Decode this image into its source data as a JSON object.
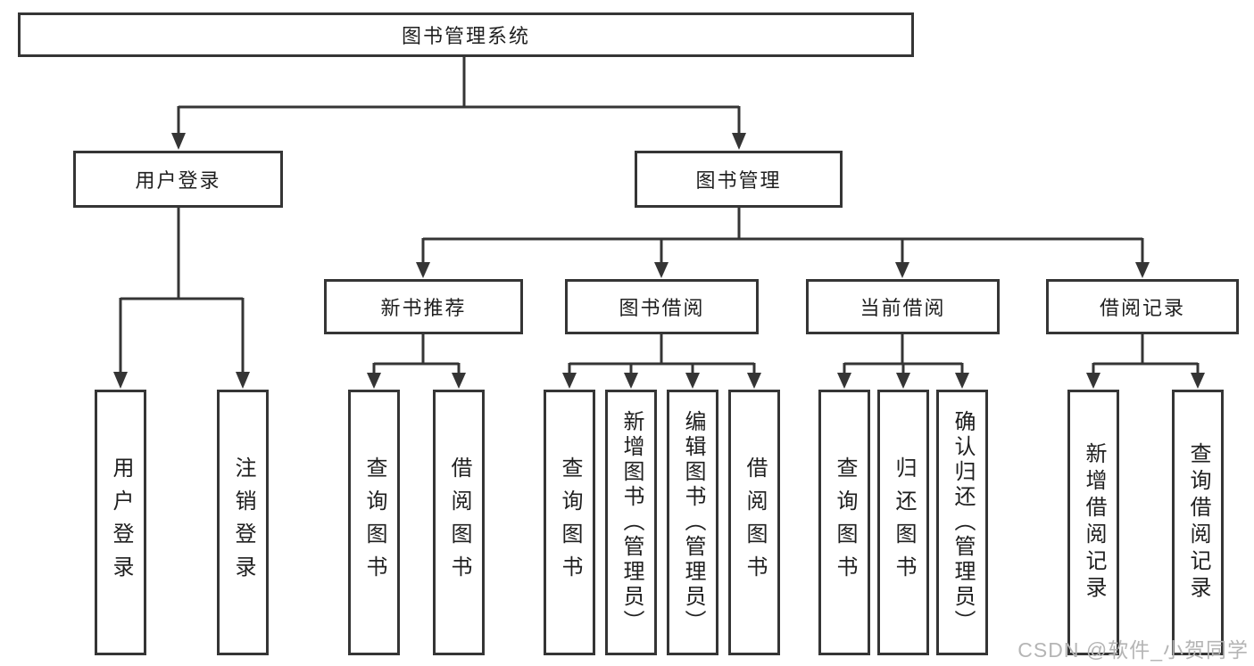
{
  "tree": {
    "label": "图书管理系统",
    "children": [
      {
        "label": "用户登录",
        "children": [
          {
            "label": "用户登录"
          },
          {
            "label": "注销登录"
          }
        ]
      },
      {
        "label": "图书管理",
        "children": [
          {
            "label": "新书推荐",
            "children": [
              {
                "label": "查询图书"
              },
              {
                "label": "借阅图书"
              }
            ]
          },
          {
            "label": "图书借阅",
            "children": [
              {
                "label": "查询图书"
              },
              {
                "label": "新增图书（管理员）"
              },
              {
                "label": "编辑图书（管理员）"
              },
              {
                "label": "借阅图书"
              }
            ]
          },
          {
            "label": "当前借阅",
            "children": [
              {
                "label": "查询图书"
              },
              {
                "label": "归还图书"
              },
              {
                "label": "确认归还（管理员）"
              }
            ]
          },
          {
            "label": "借阅记录",
            "children": [
              {
                "label": "新增借阅记录"
              },
              {
                "label": "查询借阅记录"
              }
            ]
          }
        ]
      }
    ]
  },
  "watermark": {
    "text": "CSDN @软件_小贺同学"
  },
  "colors": {
    "line": "#353535",
    "text": "#1f1f1f",
    "background": "#ffffff",
    "watermark": "#b5b5b5"
  }
}
